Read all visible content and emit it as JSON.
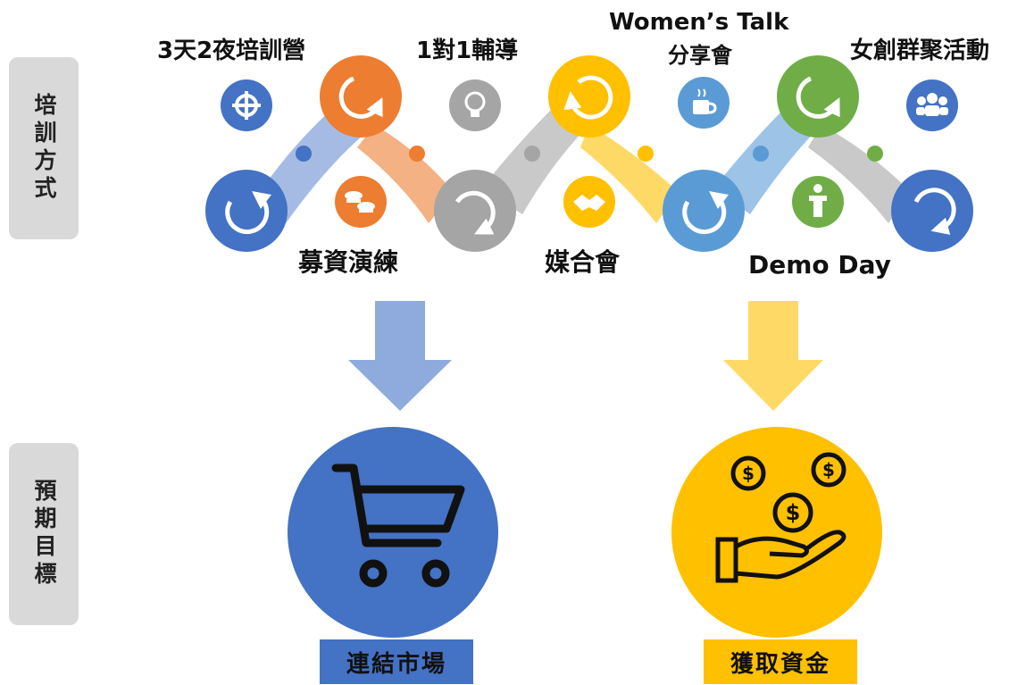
{
  "sidebar": {
    "training_label": "培訓方式",
    "goals_label": "預期目標"
  },
  "activities": {
    "bootcamp": "3天2夜培訓營",
    "mentoring": "1對1輔導",
    "womens_talk_line1": "Women’s Talk",
    "womens_talk_line2": "分享會",
    "cluster": "女創群聚活動",
    "pitch": "募資演練",
    "matching": "媒合會",
    "demo_day": "Demo Day"
  },
  "goals": {
    "market": "連結市場",
    "funding": "獲取資金"
  },
  "icons": {
    "bootcamp": "crosshair-icon",
    "mentoring": "lightbulb-icon",
    "womens_talk": "coffee-cup-icon",
    "cluster": "group-icon",
    "pitch": "coins-icon",
    "matching": "handshake-icon",
    "demo_day": "podium-icon",
    "market": "shopping-cart-icon",
    "funding": "money-hand-icon"
  },
  "colors": {
    "blue": "#4472c4",
    "orange": "#ed7d31",
    "gray": "#a5a5a5",
    "gold": "#ffc000",
    "light_blue": "#5b9bd5",
    "green": "#70ad47",
    "badge_blue": "#4472c4",
    "badge_gold": "#ffc000",
    "sidebar_gray": "#d9d9d9"
  }
}
